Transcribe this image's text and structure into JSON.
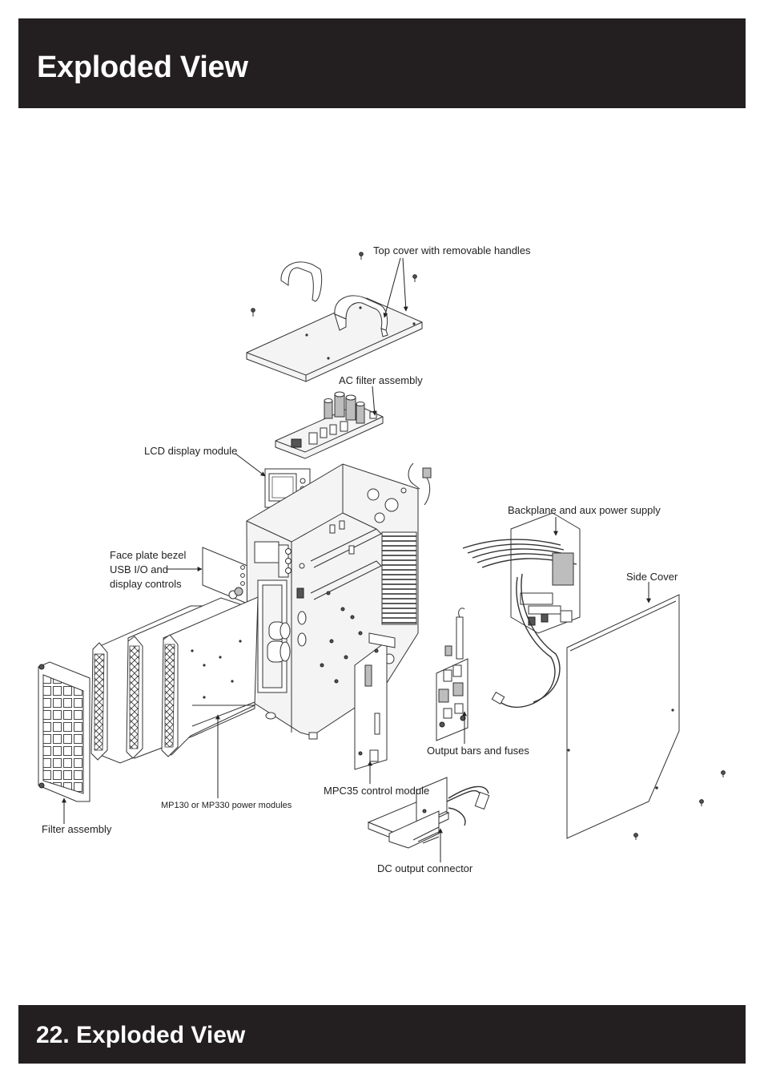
{
  "header": {
    "title": "Exploded View"
  },
  "footer": {
    "title": "22. Exploded View"
  },
  "diagram": {
    "labels": {
      "top_cover": "Top cover with removable handles",
      "ac_filter": "AC filter assembly",
      "lcd_display": "LCD display module",
      "face_plate_1": "Face plate bezel",
      "face_plate_2": "USB I/O and",
      "face_plate_3": "display controls",
      "backplane": "Backplane and aux power supply",
      "side_cover": "Side Cover",
      "output_bars": "Output bars and fuses",
      "mpc35": "MPC35 control module",
      "power_modules": "MP130 or MP330 power modules",
      "filter_assembly": "Filter assembly",
      "dc_output": "DC output connector"
    }
  }
}
